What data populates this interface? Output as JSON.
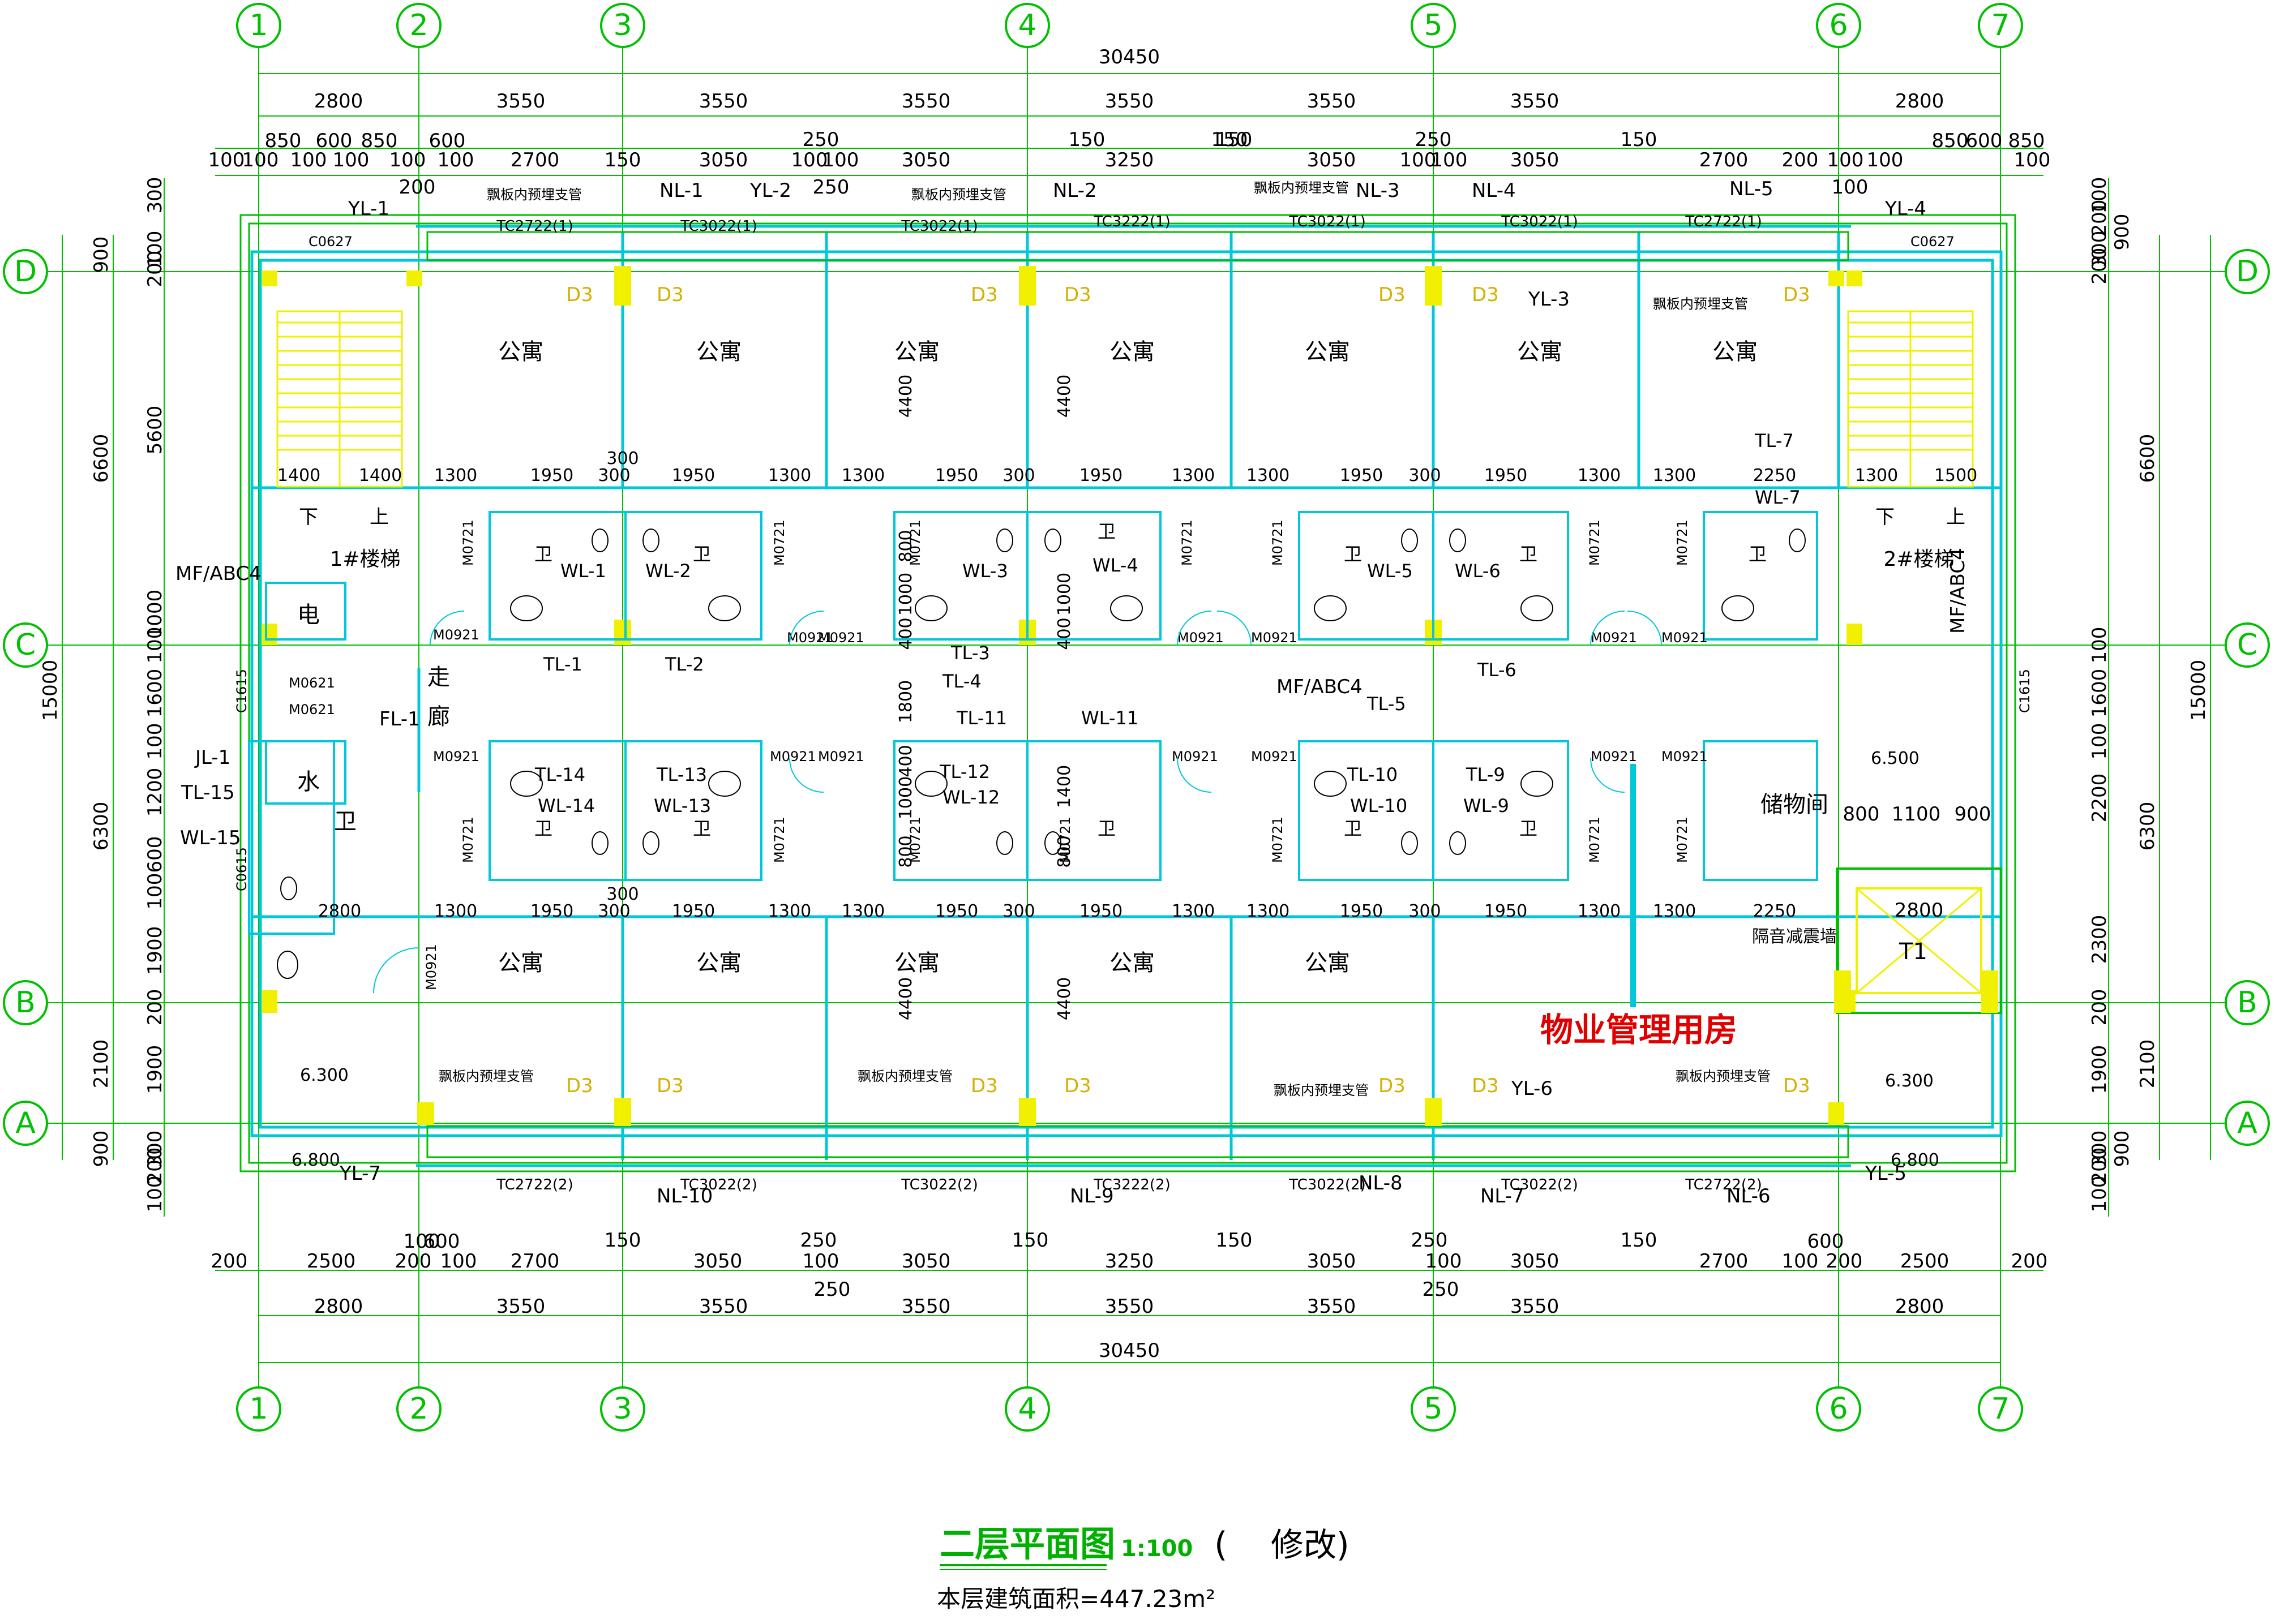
{
  "axes": {
    "numbers": [
      "1",
      "2",
      "3",
      "4",
      "5",
      "6",
      "7"
    ],
    "letters": [
      "A",
      "B",
      "C",
      "D"
    ]
  },
  "dims": {
    "total": "30450",
    "bays": [
      "2800",
      "3550",
      "3550",
      "3550",
      "3550",
      "3550",
      "3550",
      "2800"
    ],
    "top_fine": [
      "850",
      "600",
      "850",
      "600",
      "2700",
      "150",
      "3050",
      "250",
      "3050",
      "150",
      "3250",
      "150",
      "3050",
      "250",
      "3050",
      "150",
      "2700",
      "600",
      "850",
      "600",
      "850"
    ],
    "top_fine2": [
      "100",
      "100",
      "100",
      "100",
      "100",
      "100",
      "100",
      "100",
      "100",
      "100",
      "200",
      "100",
      "100",
      "100",
      "200",
      "250",
      "100",
      "100"
    ],
    "bottom_fine": [
      "200",
      "2500",
      "100",
      "600",
      "200",
      "100",
      "2700",
      "150",
      "3050",
      "250",
      "100",
      "3050",
      "150",
      "3250",
      "150",
      "3050",
      "250",
      "100",
      "3050",
      "150",
      "2700",
      "600",
      "100",
      "200",
      "2500",
      "200"
    ],
    "bottom_small": "250",
    "left_outer": "15000",
    "left_mid": [
      "900",
      "6600",
      "6300",
      "2100",
      "900"
    ],
    "left_inner": [
      "300",
      "100",
      "200",
      "5600",
      "1000",
      "100",
      "1600",
      "100",
      "1200",
      "600",
      "100",
      "1900",
      "200",
      "1900",
      "300",
      "200",
      "100"
    ],
    "right_outer": "15000",
    "right_mid": [
      "6600",
      "6300",
      "2100"
    ],
    "right_inner": [
      "100",
      "200",
      "300",
      "200",
      "900",
      "100",
      "1600",
      "100",
      "2200",
      "2300",
      "200",
      "1900",
      "300",
      "200",
      "900",
      "100"
    ],
    "room_widths_top": [
      "1400",
      "1400",
      "1300",
      "1950",
      "300",
      "1950",
      "1300",
      "1300",
      "1950",
      "300",
      "1950",
      "1300",
      "1300",
      "1950",
      "300",
      "1950",
      "1300",
      "1300",
      "2250",
      "1300",
      "1500"
    ],
    "room_widths_bot": [
      "2800",
      "1300",
      "1950",
      "300",
      "1950",
      "1300",
      "1300",
      "1950",
      "300",
      "1950",
      "1300",
      "1300",
      "1950",
      "300",
      "1950",
      "1300",
      "1300",
      "2250"
    ],
    "room_depths": [
      "4400",
      "4400",
      "4400",
      "4400"
    ],
    "wc_dims": [
      "800",
      "1000",
      "400",
      "300",
      "1800",
      "400",
      "1000",
      "800",
      "300",
      "1400",
      "800",
      "1000",
      "400"
    ],
    "elev_dims": [
      "800",
      "1100",
      "900",
      "2800"
    ]
  },
  "labels": {
    "room_apartment": "公寓",
    "corridor_1": "走",
    "corridor_2": "廊",
    "wc": "卫",
    "electric": "电",
    "water": "水",
    "storage": "储物间",
    "stair1": "1#楼梯",
    "stair2": "2#楼梯",
    "down": "下",
    "up": "上",
    "elevator": "T1",
    "soundproof": "隔音减震墙",
    "property_office": "物业管理用房",
    "preburied": "飘板内预埋支管",
    "extinguisher": "MF/ABC4",
    "window_c0627": "C0627",
    "window_c1615": "C1615",
    "window_c0615": "C0615",
    "door_m0921": "M0921",
    "door_m0721": "M0721",
    "door_m0621": "M0621",
    "ac_d3": "D3",
    "tc_top": [
      "TC2722(1)",
      "TC3022(1)",
      "TC3022(1)",
      "TC3222(1)",
      "TC3022(1)",
      "TC3022(1)",
      "TC2722(1)"
    ],
    "tc_bot": [
      "TC2722(2)",
      "TC3022(2)",
      "TC3022(2)",
      "TC3222(2)",
      "TC3022(2)",
      "TC3022(2)",
      "TC2722(2)"
    ],
    "pipes_top": [
      "YL-1",
      "NL-1",
      "YL-2",
      "NL-2",
      "NL-3",
      "NL-4",
      "YL-3",
      "NL-5",
      "YL-4"
    ],
    "pipes_bot": [
      "YL-7",
      "NL-10",
      "NL-9",
      "NL-8",
      "NL-7",
      "YL-6",
      "NL-6",
      "YL-5"
    ],
    "tl_wl_upper": [
      "WL-1",
      "WL-2",
      "TL-1",
      "TL-2",
      "WL-3",
      "WL-4",
      "TL-3",
      "TL-4",
      "WL-5",
      "WL-6",
      "TL-5",
      "TL-6",
      "TL-7",
      "WL-7",
      "TL-11",
      "WL-11"
    ],
    "tl_wl_lower": [
      "TL-14",
      "WL-14",
      "TL-13",
      "WL-13",
      "TL-12",
      "WL-12",
      "TL-10",
      "WL-10",
      "TL-9",
      "WL-9"
    ],
    "left_pipes": [
      "JL-1",
      "TL-15",
      "WL-15",
      "FL-1"
    ],
    "elev_level_left": "6.300",
    "elev_level_right": "6.300",
    "elev_6800_left": "6.800",
    "elev_6800_right": "6.800",
    "elev_6500": "6.500"
  },
  "title": {
    "main": "二层平面图",
    "scale": "1:100",
    "paren_open": "(",
    "note": "修改)",
    "area": "本层建筑面积=447.23m²"
  },
  "colors": {
    "grid": "#00c000",
    "wall": "#00c8d8",
    "column": "#f0f000",
    "red": "#e00000",
    "text": "#000000",
    "dim": "#00a000"
  }
}
